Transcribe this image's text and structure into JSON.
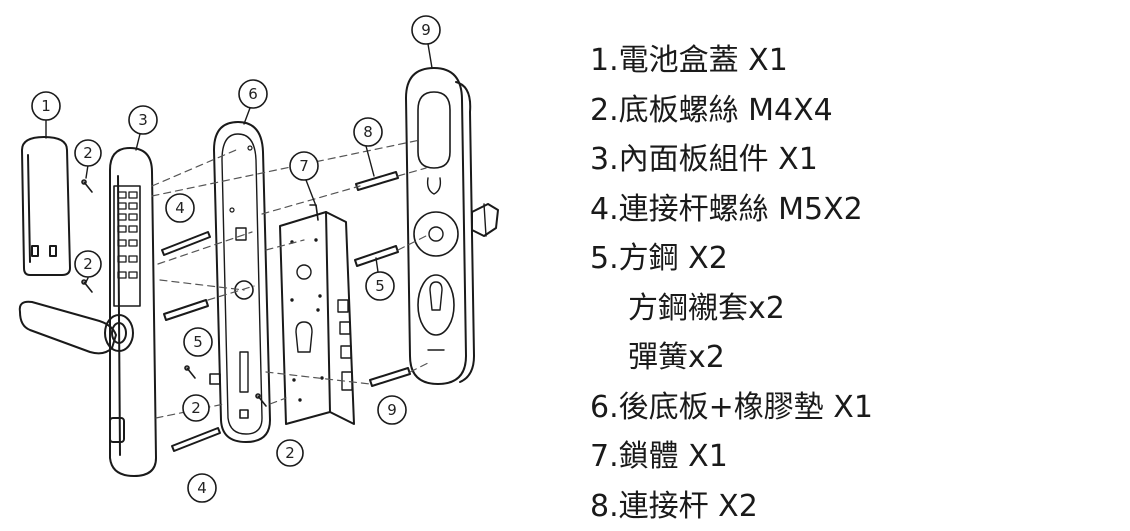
{
  "diagram": {
    "callouts": [
      "1",
      "2",
      "3",
      "4",
      "5",
      "6",
      "7",
      "8",
      "9"
    ]
  },
  "parts_list": [
    {
      "text": "1.電池盒蓋 X1",
      "indent": false
    },
    {
      "text": "2.底板螺絲 M4X4",
      "indent": false
    },
    {
      "text": "3.內面板組件 X1",
      "indent": false
    },
    {
      "text": "4.連接杆螺絲 M5X2",
      "indent": false
    },
    {
      "text": "5.方鋼 X2",
      "indent": false
    },
    {
      "text": "方鋼襯套x2",
      "indent": true
    },
    {
      "text": "彈簧x2",
      "indent": true
    },
    {
      "text": "6.後底板+橡膠墊 X1",
      "indent": false
    },
    {
      "text": "7.鎖體 X1",
      "indent": false
    },
    {
      "text": "8.連接杆 X2",
      "indent": false
    }
  ]
}
